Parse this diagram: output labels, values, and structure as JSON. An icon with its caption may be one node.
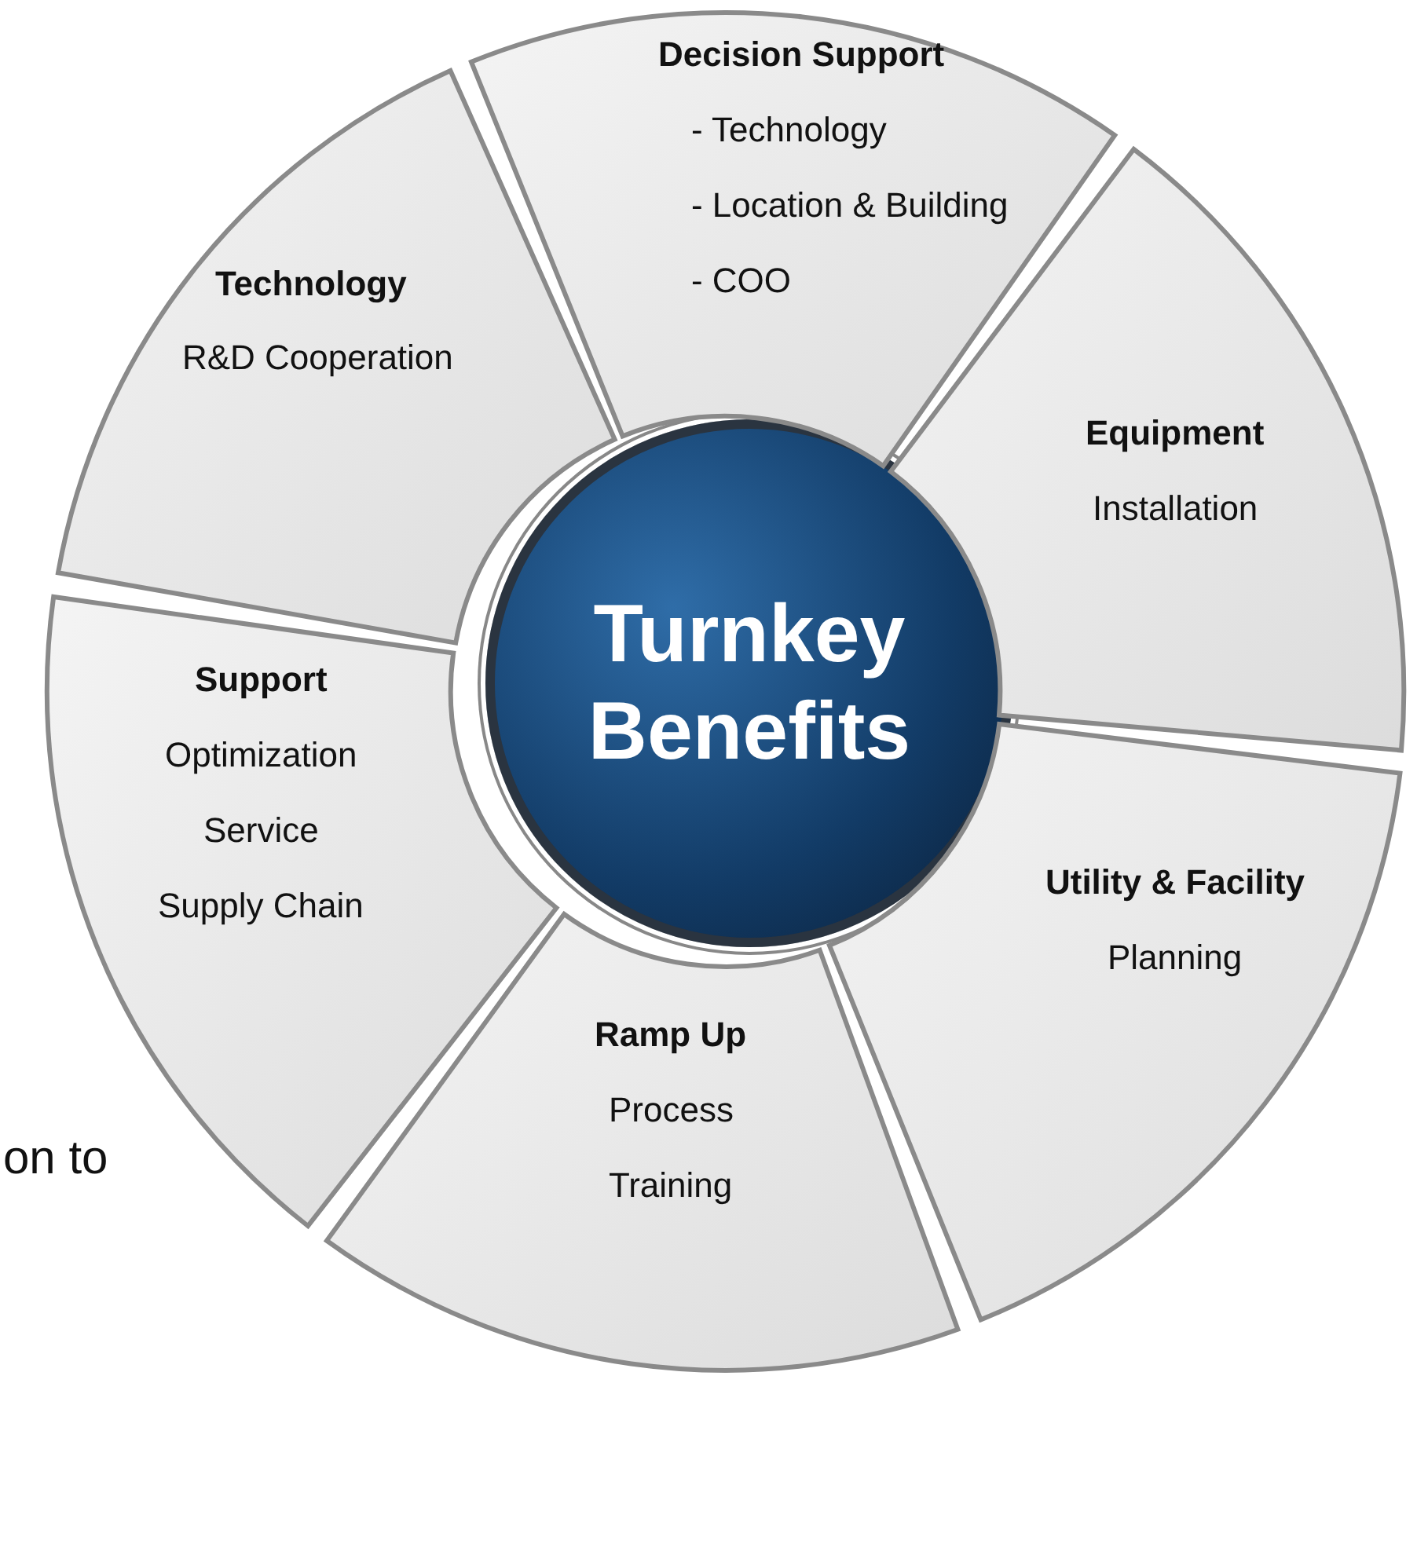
{
  "diagram": {
    "nodes": [
      {
        "text": [
          "Turnkey Benefits"
        ]
      },
      {
        "text": [
          "Decision Support",
          "- Technology",
          "- Location & Building",
          "- COO"
        ]
      },
      {
        "text": [
          "Technology",
          "R&D Cooperation"
        ]
      },
      {
        "text": [
          "Equipment",
          "Installation"
        ]
      },
      {
        "text": [
          "Support",
          "Optimization",
          "Service",
          "Supply Chain"
        ]
      },
      {
        "text": [
          "Utility & Facility",
          "Planning"
        ]
      },
      {
        "text": [
          "Ramp Up",
          "Process",
          "Training"
        ]
      }
    ],
    "labels": [
      "on to"
    ]
  }
}
